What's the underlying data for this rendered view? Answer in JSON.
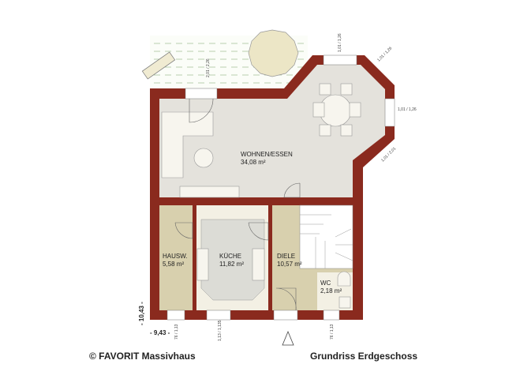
{
  "rooms": [
    {
      "name": "WOHNEN/ESSEN",
      "area": "34,08 m²"
    },
    {
      "name": "HAUSW.",
      "area": "5,58 m²"
    },
    {
      "name": "KÜCHE",
      "area": "11,82 m²"
    },
    {
      "name": "DIELE",
      "area": "10,57 m²"
    },
    {
      "name": "WC",
      "area": "2,18 m²"
    }
  ],
  "dimensions": {
    "depth": "- 10,43 -",
    "width": "- 9,43 -"
  },
  "window_dims": {
    "bay_top": "1,01 / 1,26",
    "bay_right": "1,01 / 1,26",
    "bay_ne": "1,01 / 1,26",
    "bay_se": "1,01 / 2,01",
    "terrace_door": "2,01 / 2,26",
    "hausw": "76 / 1,13",
    "kueche": "1,13 / 1,135",
    "wc": "76 / 1,13"
  },
  "footer": {
    "copyright": "© FAVORIT Massivhaus",
    "title": "Grundriss Erdgeschoss"
  },
  "colors": {
    "wall": "#8a2a1e",
    "living_floor": "#e4e2dc",
    "utility_floor": "#d8d0ae",
    "kitchen_floor": "#f3f0e4",
    "terrace": "#a9c39a"
  }
}
